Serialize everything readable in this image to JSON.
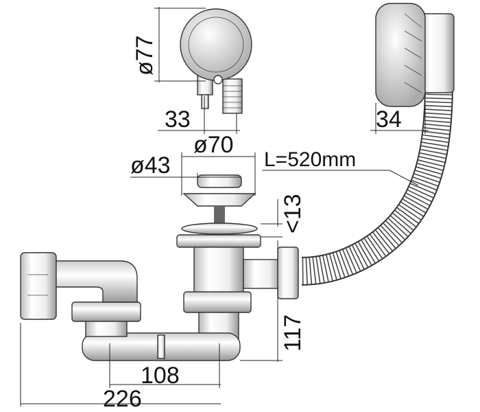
{
  "drawing": {
    "dimensions": {
      "overflow_diameter": "ø77",
      "overflow_offset": "33",
      "plug_flange_diameter": "ø70",
      "plug_diameter": "ø43",
      "hose_length": "L=520mm",
      "overflow_depth": "34",
      "flange_thickness": "<13",
      "trap_height": "117",
      "outlet_offset": "108",
      "overall_length": "226"
    }
  }
}
